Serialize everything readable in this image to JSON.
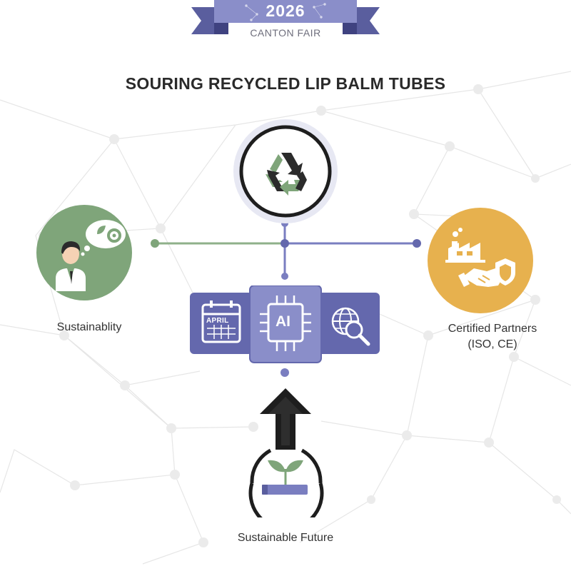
{
  "banner": {
    "year": "2026",
    "subtitle": "CANTON FAIR"
  },
  "title": "SOURING RECYCLED LIP BALM TUBES",
  "left_node": {
    "label": "Sustainablity"
  },
  "right_node": {
    "label_line1": "Certified Partners",
    "label_line2": "(ISO, CE)"
  },
  "bottom_node": {
    "label": "Sustainable Future"
  },
  "center_panel": {
    "calendar_text": "APRIL",
    "chip_text": "AI"
  },
  "colors": {
    "purple": "#7a7ec0",
    "purple_dark": "#6468ad",
    "purple_light": "#c5c7e6",
    "green": "#7fa57a",
    "gold": "#e7b14e",
    "dark": "#1e1e1e"
  }
}
